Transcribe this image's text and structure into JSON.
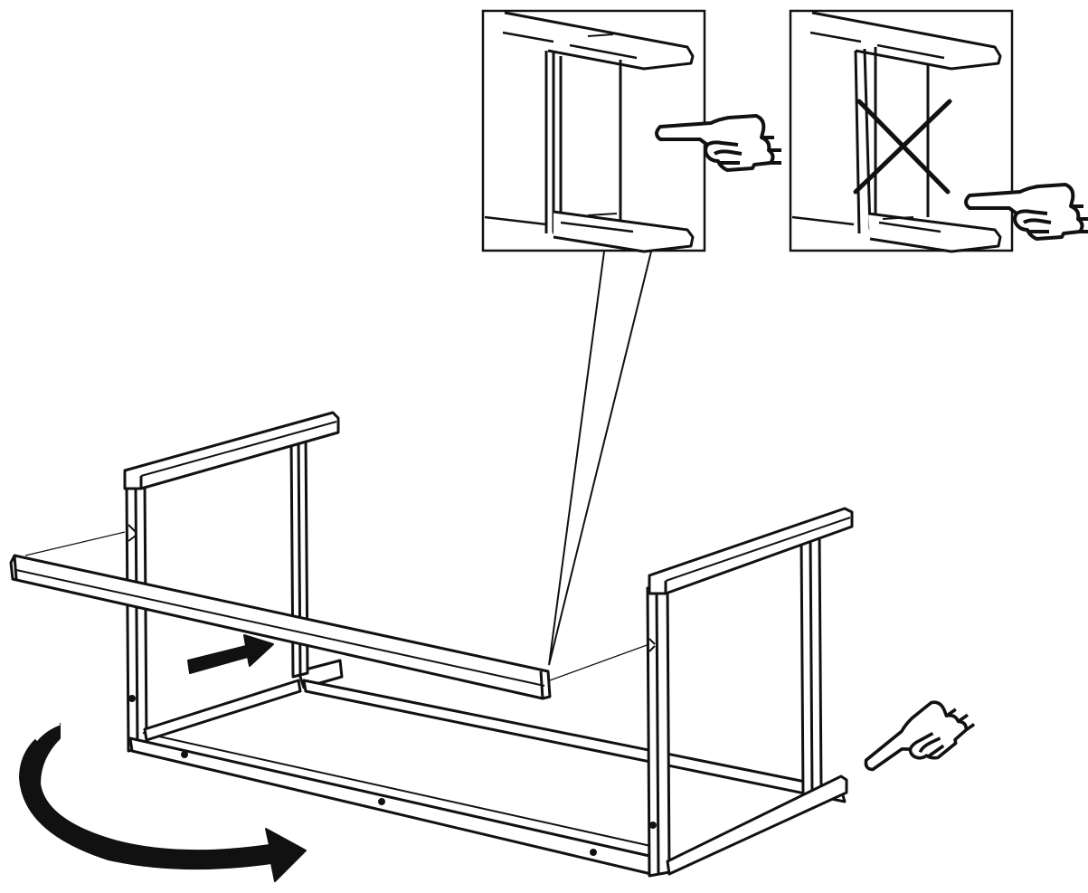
{
  "diagram": {
    "kind": "assembly-instruction-step",
    "text": [],
    "colors": {
      "ink": "#111111",
      "paper": "#ffffff",
      "fill_light": "#f4f4f4"
    },
    "icons": [
      "pointing-hand-icon",
      "cross-mark-icon",
      "push-arrow-icon",
      "rotate-arrow-icon"
    ],
    "detail_insets": [
      {
        "id": "correct",
        "status": "correct",
        "marker": "pointing-hand-icon"
      },
      {
        "id": "incorrect",
        "status": "incorrect",
        "marker": "cross-mark-icon"
      }
    ]
  }
}
